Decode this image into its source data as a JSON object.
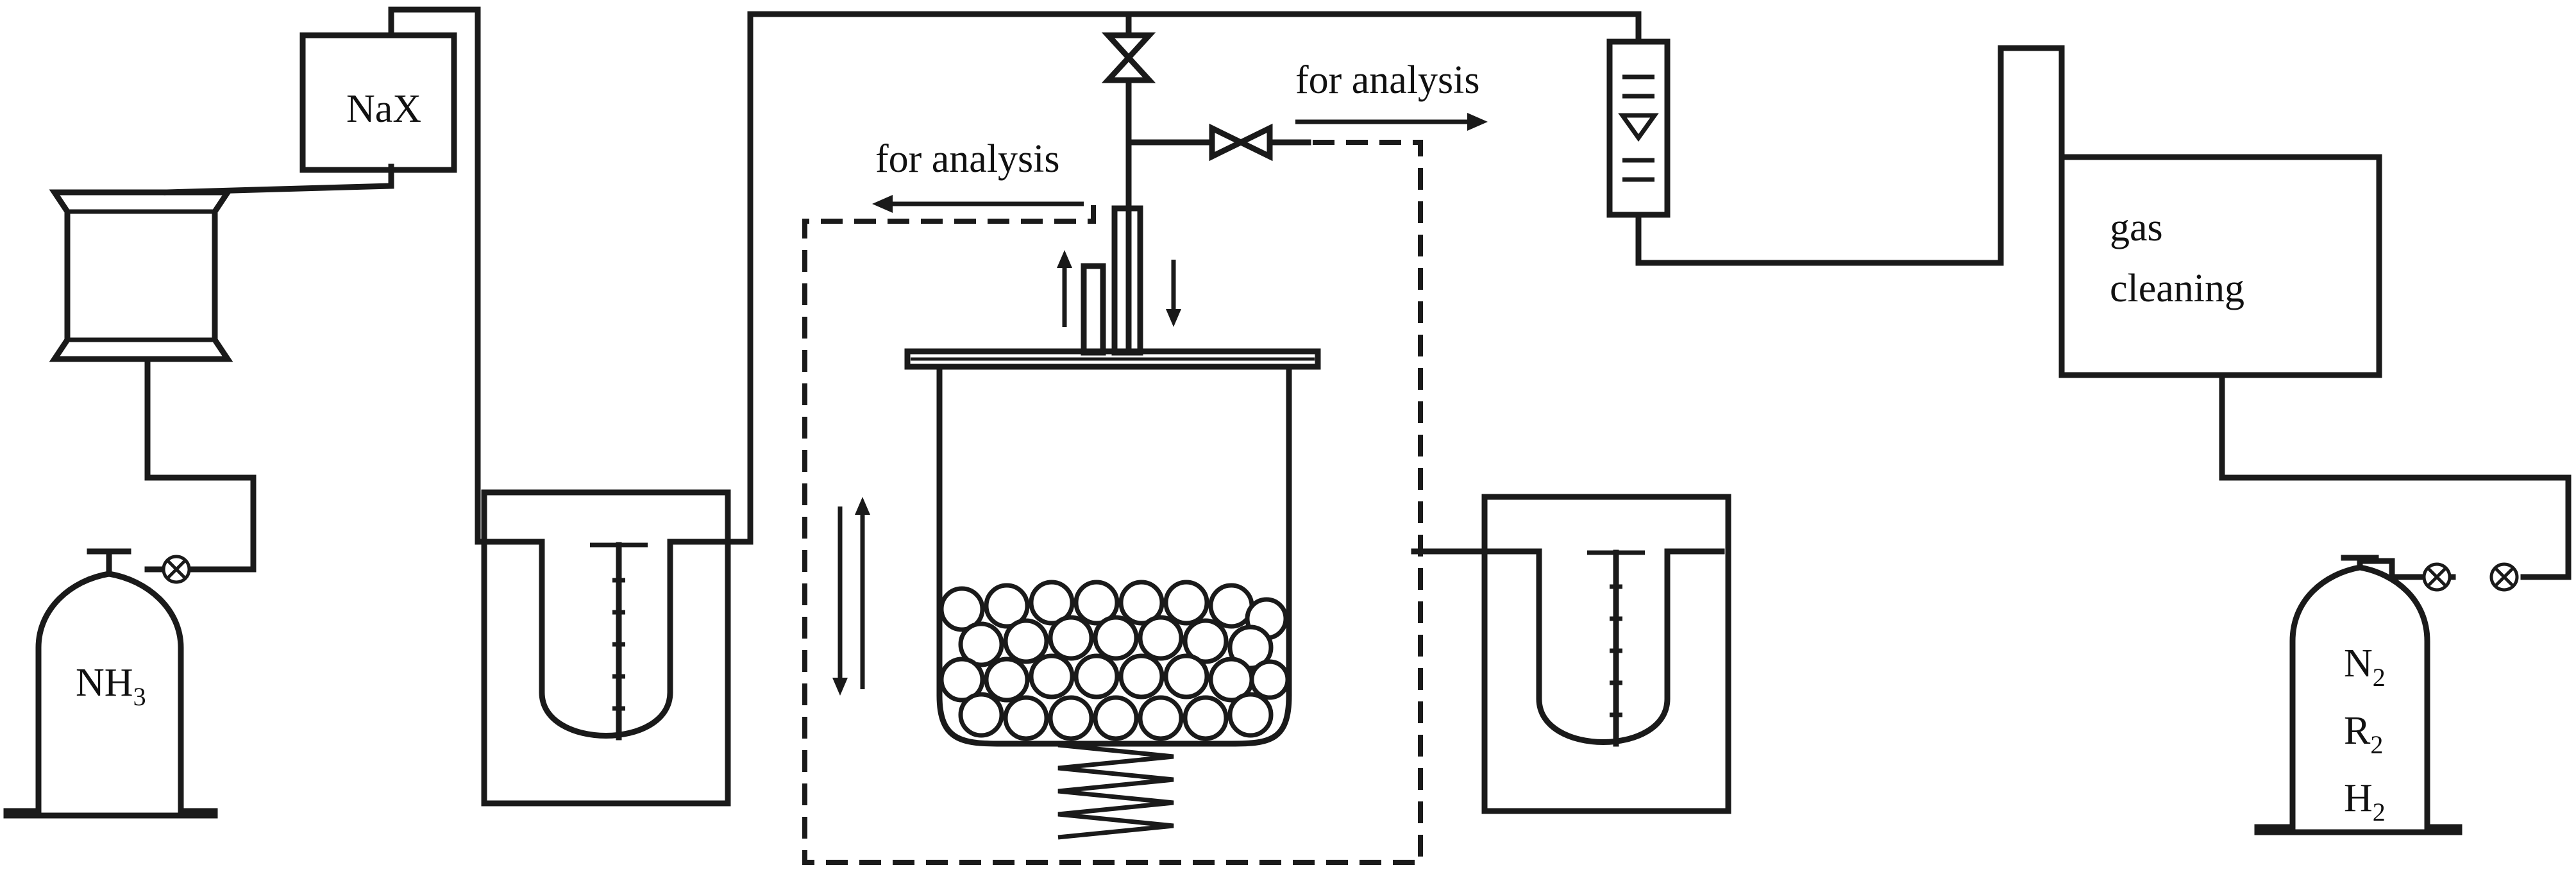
{
  "labels": {
    "nax": "NaX",
    "for_analysis_left": "for analysis",
    "for_analysis_right": "for analysis",
    "gas_cleaning_line1": "gas",
    "gas_cleaning_line2": "cleaning",
    "nh3_main": "NH",
    "nh3_sub": "3",
    "gas_n": "N",
    "gas_n_sub": "2",
    "gas_r": "R",
    "gas_r_sub": "2",
    "gas_h": "H",
    "gas_h_sub": "2"
  },
  "colors": {
    "line": "#1a1a1a",
    "background": "#ffffff"
  }
}
